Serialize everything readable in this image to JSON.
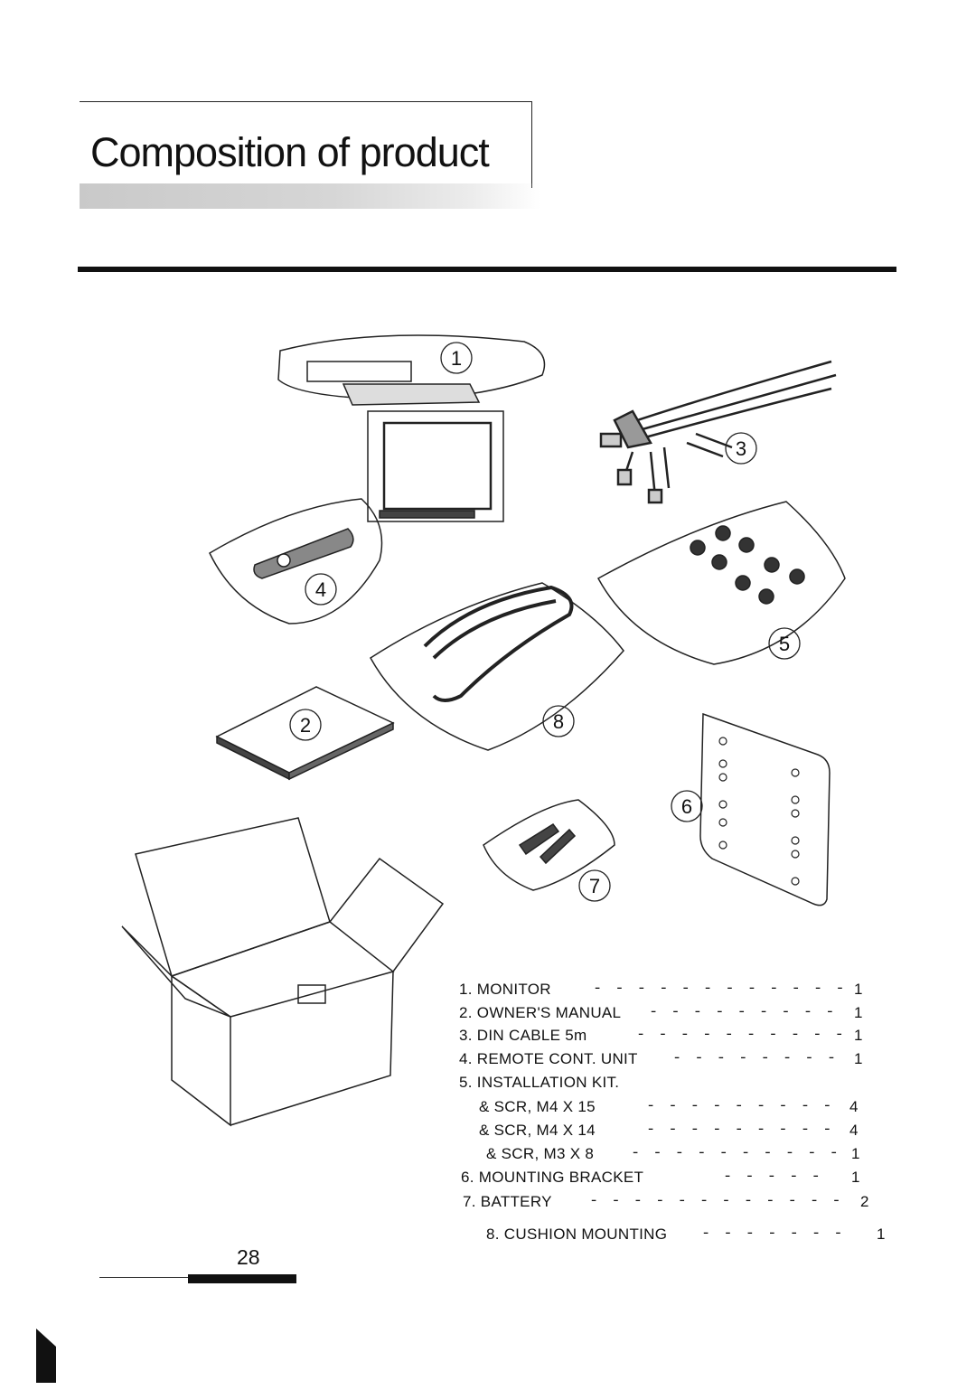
{
  "page": {
    "title": "Composition of product",
    "page_number": "28"
  },
  "callouts": [
    "1",
    "2",
    "3",
    "4",
    "5",
    "6",
    "7",
    "8"
  ],
  "parts_list": [
    {
      "label": "1. MONITOR",
      "qty": "1"
    },
    {
      "label": "2. OWNER'S  MANUAL",
      "qty": "1"
    },
    {
      "label": "3. DIN  CABLE  5m",
      "qty": "1"
    },
    {
      "label": "4. REMOTE  CONT. UNIT",
      "qty": "1"
    },
    {
      "label": "5. INSTALLATION  KIT.",
      "qty": ""
    },
    {
      "label": "& SCR, M4 X 15",
      "qty": "4"
    },
    {
      "label": "& SCR, M4 X 14",
      "qty": "4"
    },
    {
      "label": "& SCR, M3 X 8",
      "qty": "1"
    },
    {
      "label": "6. MOUNTING BRACKET",
      "qty": "1"
    },
    {
      "label": "7. BATTERY",
      "qty": "2"
    },
    {
      "label": "8. CUSHION MOUNTING",
      "qty": "1"
    }
  ]
}
